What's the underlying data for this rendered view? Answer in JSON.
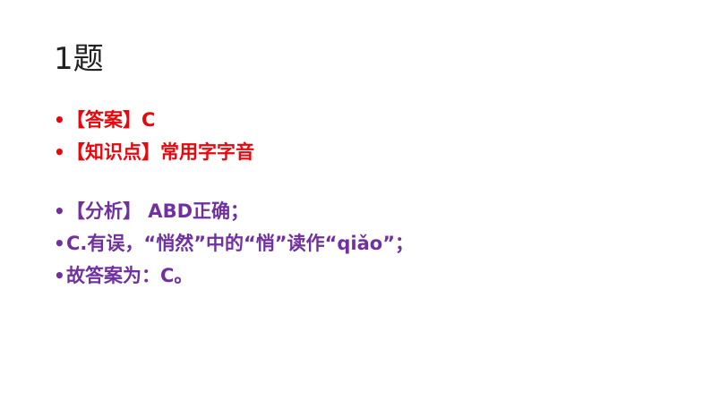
{
  "slide": {
    "title": "1题",
    "bullet_glyph": "•",
    "group_answer": [
      {
        "text": "【答案】C"
      },
      {
        "text": "【知识点】常用字字音"
      }
    ],
    "group_analysis": [
      {
        "text": "【分析】 ABD正确；"
      },
      {
        "text": "C.有误，“悄然”中的“悄”读作“qiǎo”；"
      },
      {
        "text": "故答案为：C。"
      }
    ],
    "colors": {
      "answer_red": "#e8070d",
      "analysis_purple": "#7030a0",
      "title": "#222222"
    }
  }
}
